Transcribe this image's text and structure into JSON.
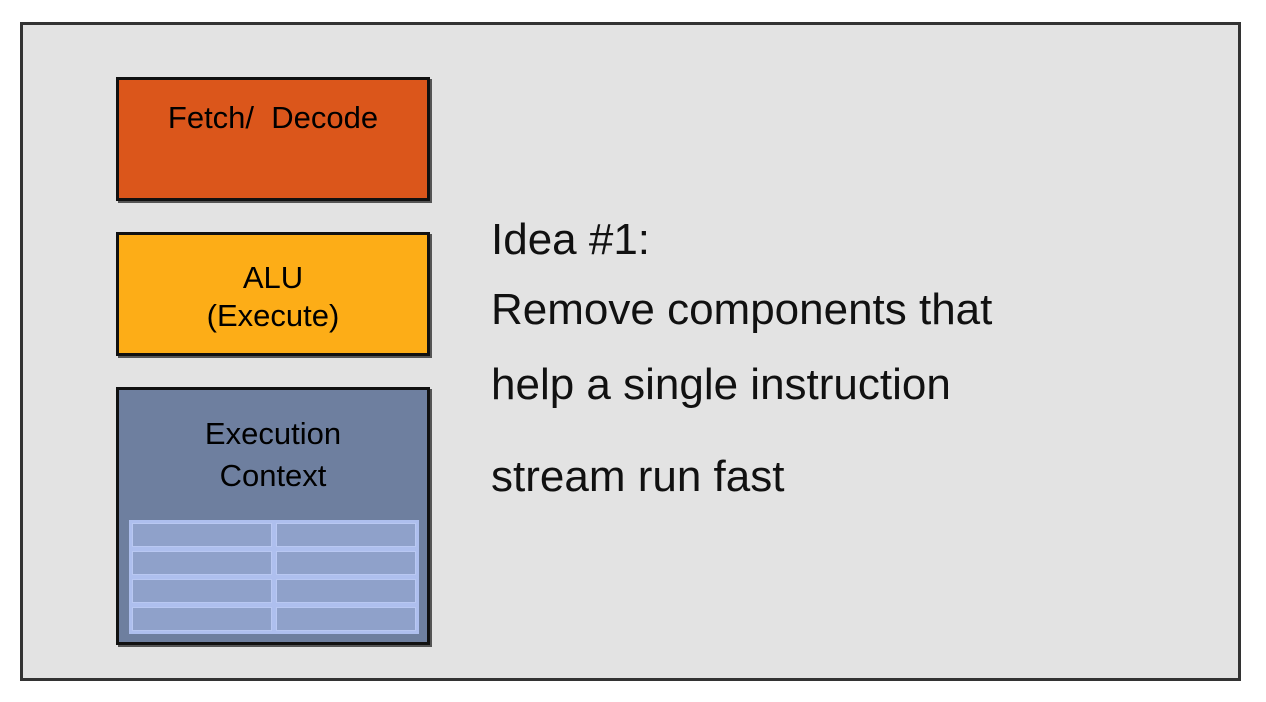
{
  "blocks": {
    "fetch_decode": {
      "label": "Fetch/  Decode",
      "color": "#db561b"
    },
    "alu": {
      "line1": "ALU",
      "line2": "(Execute)",
      "color": "#fdad17"
    },
    "execution_context": {
      "line1": "Execution",
      "line2": "Context",
      "color": "#6e7f9f"
    }
  },
  "idea": {
    "lines": [
      "Idea #1:",
      "Remove components that",
      "help a single instruction",
      "stream run fast"
    ]
  }
}
